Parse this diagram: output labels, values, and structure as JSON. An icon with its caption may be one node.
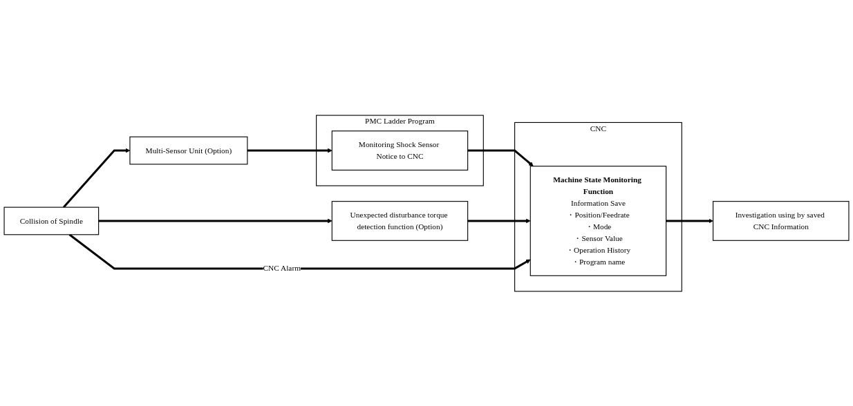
{
  "diagram": {
    "nodes": [
      {
        "text": [
          "Collision of Spindle"
        ]
      },
      {
        "text": [
          "Multi-Sensor Unit (Option)"
        ]
      },
      {
        "text": [
          "PMC Ladder Program"
        ]
      },
      {
        "text": [
          "Monitoring Shock Sensor Notice to CNC"
        ],
        "in": 2
      },
      {
        "text": [
          "CNC"
        ]
      },
      {
        "text": [
          "Machine State Monitoring Function",
          "Information Save",
          "・Position/Feedrate",
          "・Mode",
          "・Sensor Value",
          "・Operation History",
          "・Program name"
        ],
        "in": 4
      },
      {
        "text": [
          "Unexpected disturbance torque detection function (Option)"
        ]
      },
      {
        "text": [
          "Investigation using by saved CNC Information"
        ]
      }
    ],
    "edges": [
      {
        "from": 0,
        "to": 1,
        "arrow": "to"
      },
      {
        "from": 1,
        "to": 3,
        "arrow": "to"
      },
      {
        "from": 3,
        "to": 5,
        "arrow": "to"
      },
      {
        "from": 0,
        "to": 6,
        "arrow": "to"
      },
      {
        "from": 6,
        "to": 5,
        "arrow": "to"
      },
      {
        "from": 0,
        "to": 5,
        "label": "CNC Alarm",
        "arrow": "to"
      },
      {
        "from": 5,
        "to": 7,
        "arrow": "to"
      }
    ]
  }
}
